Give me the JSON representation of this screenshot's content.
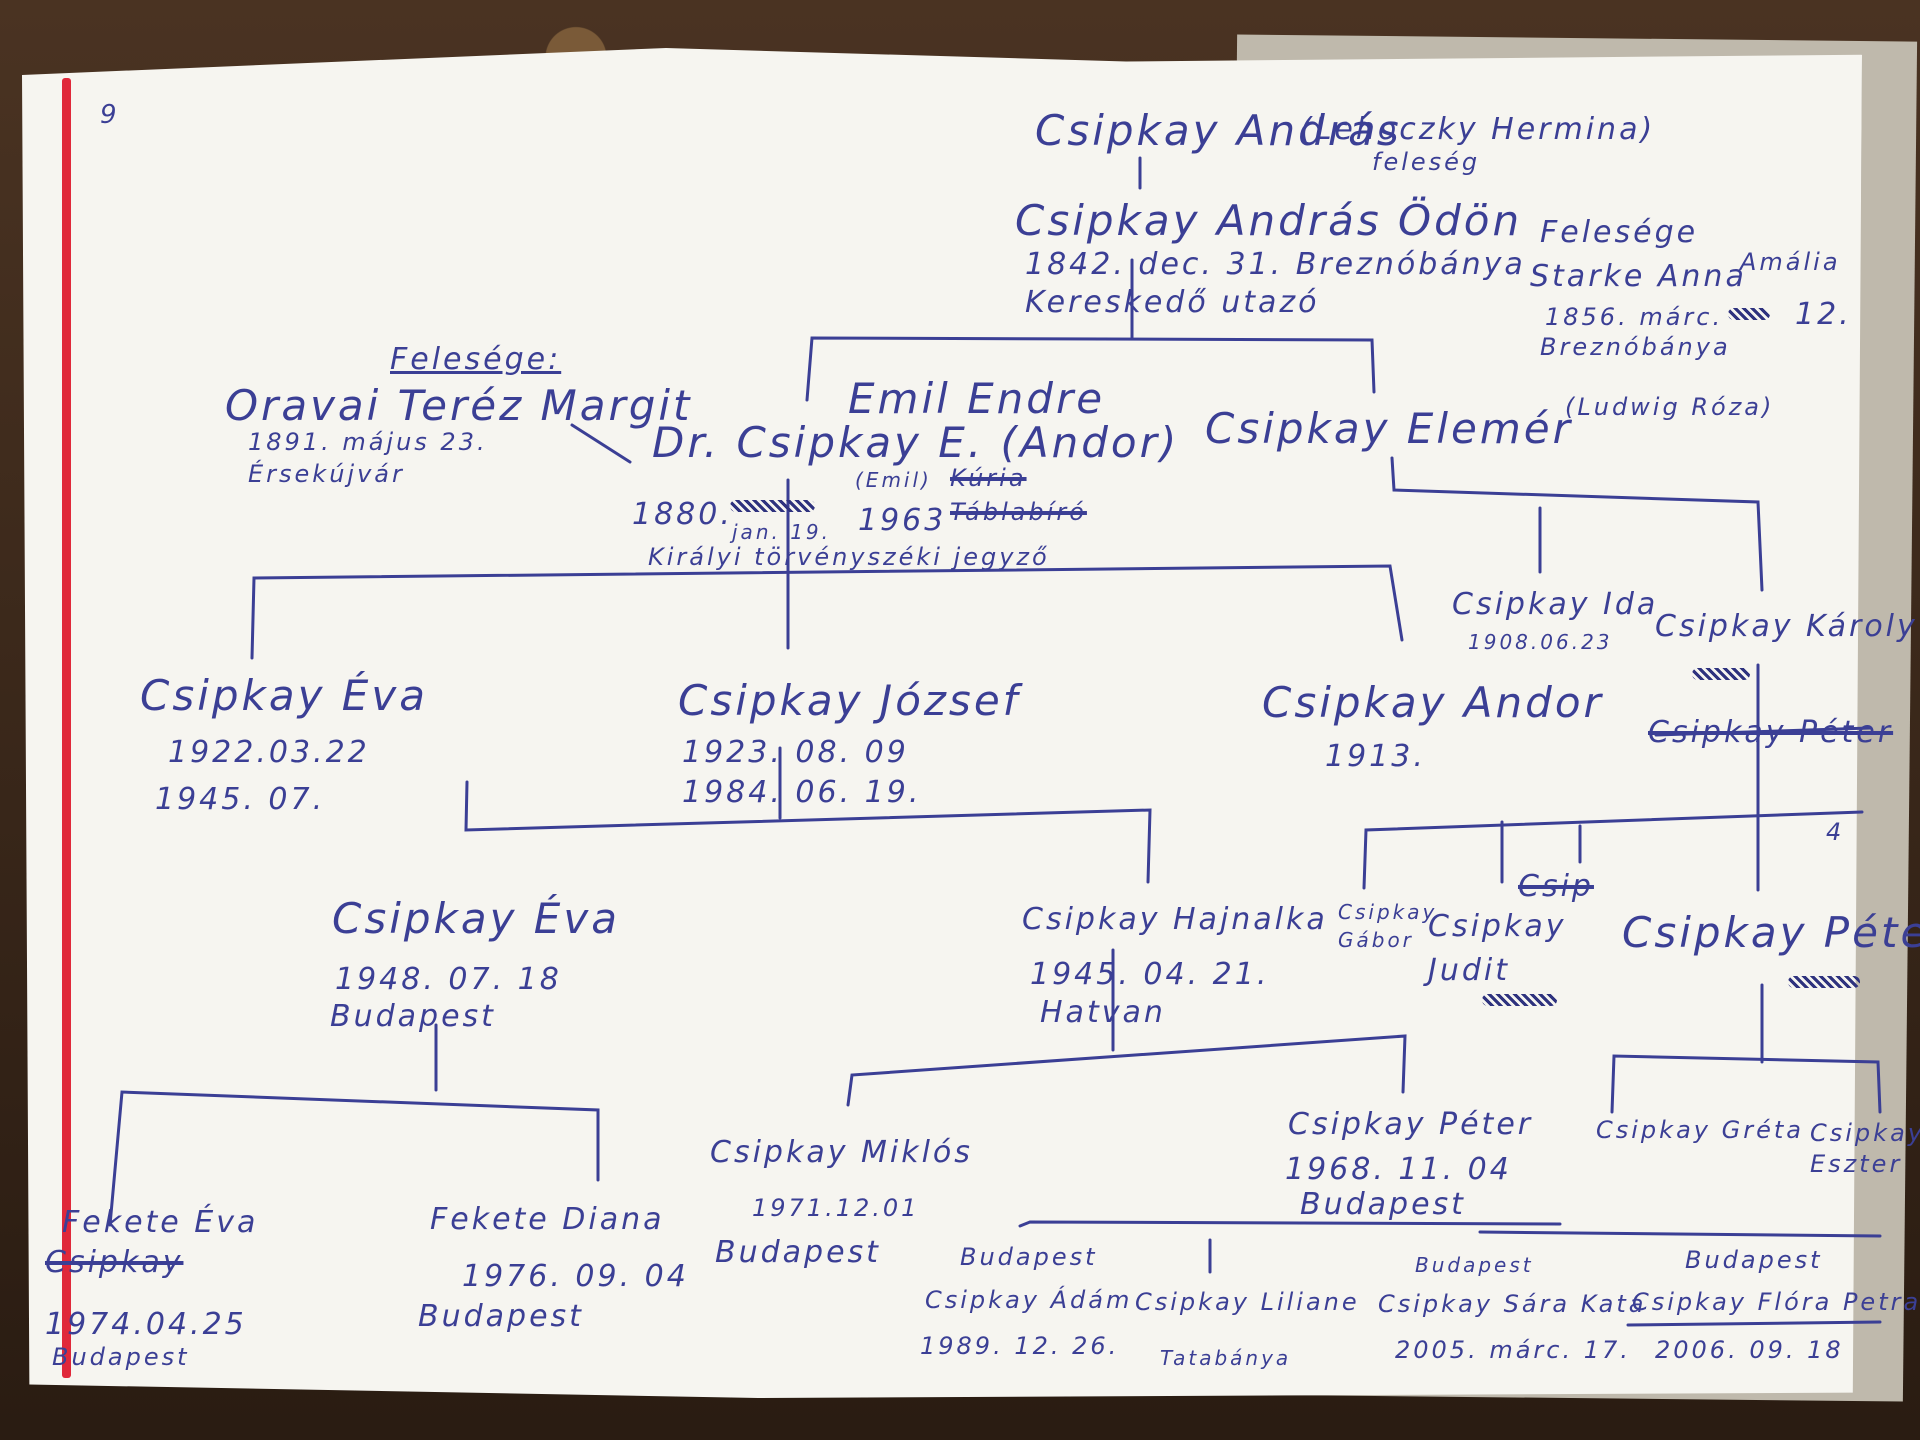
{
  "page_number": "9",
  "ink_color": "#3b3f95",
  "paper_color": "#f6f5f0",
  "margin_color": "#e0283a",
  "people": {
    "andras_sr": {
      "name": "Csipkay András",
      "wife": "(Lehoczky Hermina)",
      "wife_note": "feleség"
    },
    "andras_odon": {
      "name": "Csipkay András Ödön",
      "line2": "1842. dec. 31. Breznóbánya",
      "line3": "Kereskedő utazó"
    },
    "starke": {
      "label": "Felesége",
      "name": "Starke Anna",
      "alt": "Amália",
      "line3": "1856. márc.",
      "day": "12.",
      "place": "Breznóbánya"
    },
    "oravai": {
      "label": "Felesége:",
      "name": "Oravai Teréz Margit",
      "born": "1891. május 23.",
      "place": "Érsekújvár"
    },
    "andor": {
      "alias": "Emil Endre",
      "name": "Dr. Csipkay E. (Andor)",
      "emil": "(Emil)",
      "born": "1880.",
      "born_date": "jan. 19.",
      "died": "1963",
      "struck_title": "Kúria Táblabíró",
      "job": "Királyi törvényszéki jegyző"
    },
    "elemer": {
      "name": "Csipkay Elemér",
      "wife": "(Ludwig Róza)"
    },
    "ida": {
      "name": "Csipkay Ida",
      "born": "1908.06.23"
    },
    "karoly": {
      "name": "Csipkay Károly",
      "struck": "Csipkay Péter"
    },
    "eva1": {
      "name": "Csipkay Éva",
      "born": "1922.03.22",
      "died": "1945. 07."
    },
    "jozsef": {
      "name": "Csipkay József",
      "born": "1923. 08. 09",
      "died": "1984. 06. 19."
    },
    "andor2": {
      "name": "Csipkay Andor",
      "born": "1913."
    },
    "eva2": {
      "name": "Csipkay Éva",
      "born": "1948. 07. 18",
      "place": "Budapest"
    },
    "hajnalka": {
      "name": "Csipkay Hajnalka",
      "born": "1945. 04. 21.",
      "place": "Hatvan"
    },
    "gabor": {
      "name": "Csipkay Gábor"
    },
    "judit": {
      "name": "Csipkay Judit",
      "struck": "Csip"
    },
    "peter1": {
      "name": "Csipkay Péter",
      "mark": "4"
    },
    "fekete_eva": {
      "name": "Fekete Éva",
      "struck": "Csipkay",
      "born": "1974.04.25",
      "place": "Budapest"
    },
    "fekete_diana": {
      "name": "Fekete Diana",
      "born": "1976. 09. 04",
      "place": "Budapest"
    },
    "miklos": {
      "name": "Csipkay Miklós",
      "born": "1971.12.01",
      "place": "Budapest"
    },
    "peter2": {
      "name": "Csipkay Péter",
      "born": "1968. 11. 04",
      "place": "Budapest"
    },
    "greta": {
      "name": "Csipkay Gréta"
    },
    "eszter": {
      "name": "Csipkay Eszter"
    },
    "adam": {
      "place": "Budapest",
      "name": "Csipkay Ádám",
      "born": "1989. 12. 26."
    },
    "liliane": {
      "name": "Csipkay Liliane",
      "place": "Tatabánya"
    },
    "sara": {
      "place": "Budapest",
      "name": "Csipkay Sára Kata",
      "born": "2005. márc. 17."
    },
    "flora": {
      "place": "Budapest",
      "name": "Csipkay Flóra Petra",
      "born": "2006. 09. 18"
    }
  }
}
